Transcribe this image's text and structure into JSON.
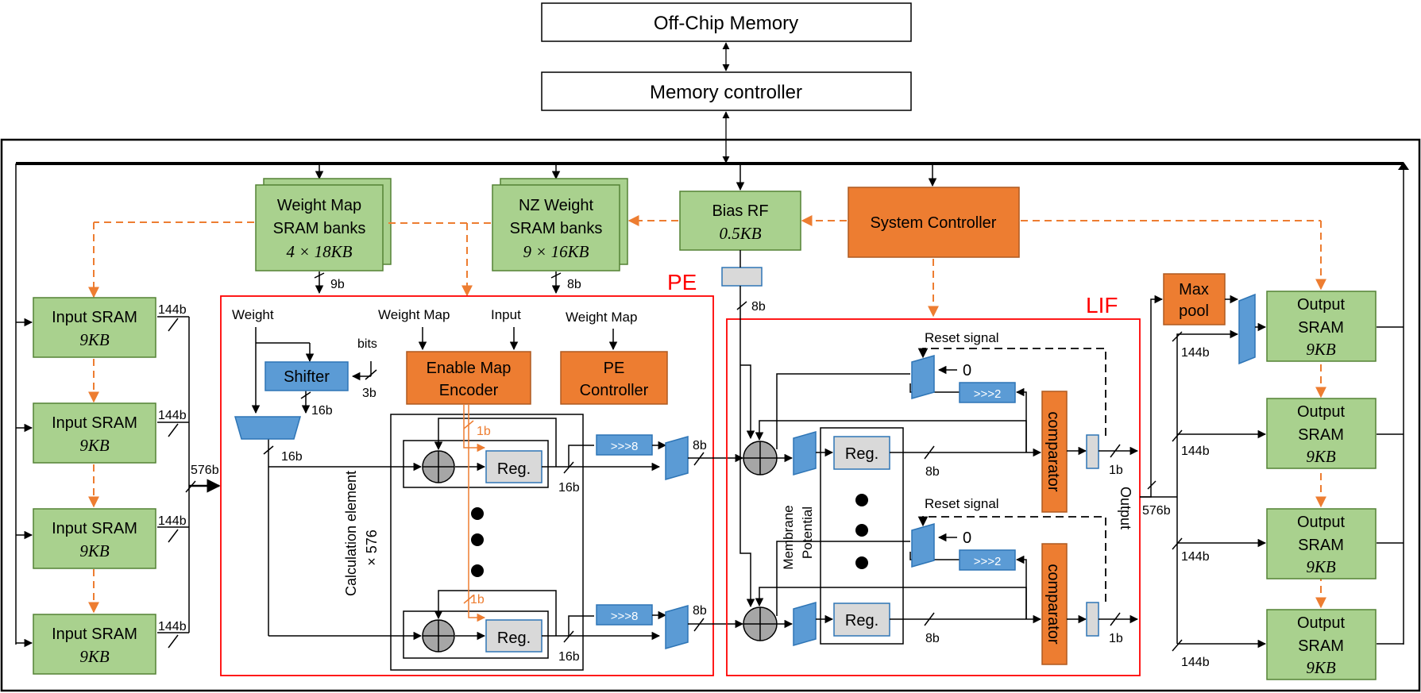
{
  "blocks": {
    "offchip": "Off-Chip Memory",
    "memctrl": "Memory controller",
    "weightmap_l1": "Weight Map",
    "weightmap_l2": "SRAM banks",
    "weightmap_l3": "4 × 18KB",
    "nzweight_l1": "NZ Weight",
    "nzweight_l2": "SRAM banks",
    "nzweight_l3": "9 × 16KB",
    "bias_l1": "Bias RF",
    "bias_l2": "0.5KB",
    "sysctrl": "System Controller",
    "maxpool_l1": "Max",
    "maxpool_l2": "pool",
    "enable_l1": "Enable Map",
    "enable_l2": "Encoder",
    "pectrl_l1": "PE",
    "pectrl_l2": "Controller",
    "shifter": "Shifter",
    "comparator": "comparator"
  },
  "input_srams": [
    {
      "l1": "Input SRAM",
      "l2": "9KB"
    },
    {
      "l1": "Input SRAM",
      "l2": "9KB"
    },
    {
      "l1": "Input SRAM",
      "l2": "9KB"
    },
    {
      "l1": "Input SRAM",
      "l2": "9KB"
    }
  ],
  "output_srams": [
    {
      "l1": "Output",
      "l2": "SRAM",
      "l3": "9KB"
    },
    {
      "l1": "Output",
      "l2": "SRAM",
      "l3": "9KB"
    },
    {
      "l1": "Output",
      "l2": "SRAM",
      "l3": "9KB"
    },
    {
      "l1": "Output",
      "l2": "SRAM",
      "l3": "9KB"
    }
  ],
  "regions": {
    "pe": "PE",
    "lif": "LIF"
  },
  "labels": {
    "weight": "Weight",
    "weight_map": "Weight Map",
    "input": "Input",
    "weight_map2": "Weight Map",
    "bits": "bits",
    "reg": "Reg.",
    "shift8": ">>>8",
    "shift2": ">>>2",
    "reset_signal": "Reset signal",
    "zero": "0",
    "calc_element_l1": "Calculation element",
    "calc_element_l2": "× 576",
    "membrane_l1": "Membrane",
    "membrane_l2": "Potential",
    "output": "Output"
  },
  "bus_widths": {
    "b9": "9b",
    "b8": "8b",
    "b144": "144b",
    "b576": "576b",
    "b16": "16b",
    "b3": "3b",
    "b1": "1b"
  },
  "colors": {
    "green_fill": "#A9D18E",
    "green_stroke": "#548235",
    "orange_fill": "#ED7D31",
    "orange_stroke": "#AE5A21",
    "blue_fill": "#5B9BD5",
    "blue_stroke": "#2E75B6",
    "gray_fill": "#D9D9D9",
    "region_red": "#FF0000",
    "control_orange": "#ED7D31"
  }
}
